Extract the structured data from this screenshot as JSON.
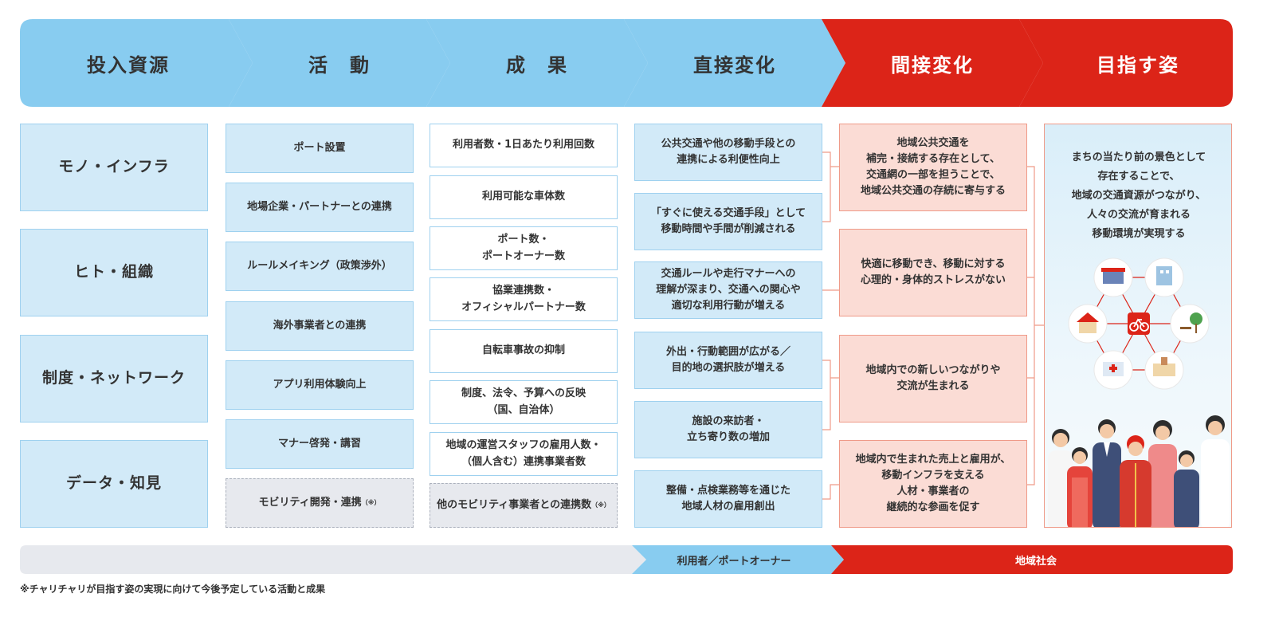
{
  "colors": {
    "stage_blue": "#88ccf0",
    "stage_red": "#dc2418",
    "resource_fill": "#d2eaf8",
    "box_border": "#9fd1ef",
    "pink_fill": "#fbdcd5",
    "pink_border": "#ef9a88",
    "future_fill": "#e7e9ee"
  },
  "stages": [
    "投入資源",
    "活　動",
    "成　果",
    "直接変化",
    "間接変化",
    "目指す姿"
  ],
  "resources": [
    "モノ・インフラ",
    "ヒト・組織",
    "制度・ネットワーク",
    "データ・知見"
  ],
  "activities": [
    "ポート設置",
    "地場企業・パートナーとの連携",
    "ルールメイキング（政策渉外）",
    "海外事業者との連携",
    "アプリ利用体験向上",
    "マナー啓発・講習"
  ],
  "activity_future": "モビリティ開発・連携",
  "outcomes": [
    "利用者数・1日あたり利用回数",
    "利用可能な車体数",
    "ポート数・\nポートオーナー数",
    "協業連携数・\nオフィシャルパートナー数",
    "自転車事故の抑制",
    "制度、法令、予算への反映\n（国、自治体）",
    "地域の運営スタッフの雇用人数・\n（個人含む）連携事業者数"
  ],
  "outcome_future": "他のモビリティ事業者との連携数",
  "future_mark": "（※）",
  "direct_changes": [
    "公共交通や他の移動手段との\n連携による利便性向上",
    "「すぐに使える交通手段」として\n移動時間や手間が削減される",
    "交通ルールや走行マナーへの\n理解が深まり、交通への関心や\n適切な利用行動が増える",
    "外出・行動範囲が広がる／\n目的地の選択肢が増える",
    "施設の来訪者・\n立ち寄り数の増加",
    "整備・点検業務等を通じた\n地域人材の雇用創出"
  ],
  "indirect_changes": [
    "地域公共交通を\n補完・接続する存在として、\n交通網の一部を担うことで、\n地域公共交通の存続に寄与する",
    "快適に移動でき、移動に対する\n心理的・身体的ストレスがない",
    "地域内での新しいつながりや\n交流が生まれる",
    "地域内で生まれた売上と雇用が、\n移動インフラを支える\n人材・事業者の\n継続的な参画を促す"
  ],
  "goal": "まちの当たり前の景色として\n存在することで、\n地域の交通資源がつながり、\n人々の交流が育まれる\n移動環境が実現する",
  "goal_icons": [
    "shop-icon",
    "office-building-icon",
    "house-icon",
    "park-bench-tree-icon",
    "hospital-icon",
    "school-icon",
    "bicycle-icon"
  ],
  "bottom_bar": {
    "users": "利用者／ポートオーナー",
    "community": "地域社会"
  },
  "footnote": "※チャリチャリが目指す姿の実現に向けて今後予定している活動と成果"
}
